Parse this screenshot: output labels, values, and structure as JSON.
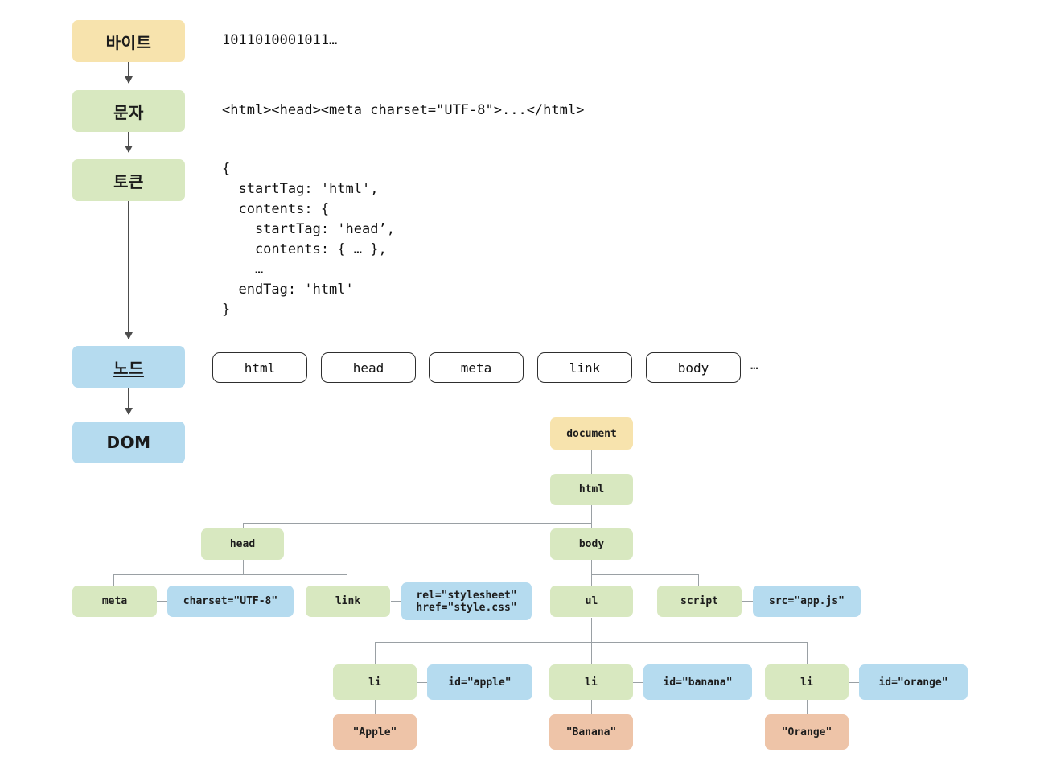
{
  "title": "HTML parsing pipeline: Bytes to DOM",
  "colors": {
    "bytes": "#f7e3ad",
    "element": "#d8e8c0",
    "node": "#b5dbef",
    "text": "#eec4a8",
    "edge": "#9aa0a4",
    "arrow": "#4d4d4d"
  },
  "pipeline": {
    "stages": [
      {
        "label": "바이트",
        "style": "yellow",
        "underline": false
      },
      {
        "label": "문자",
        "style": "green",
        "underline": false
      },
      {
        "label": "토큰",
        "style": "green",
        "underline": false
      },
      {
        "label": "노드",
        "style": "blue",
        "underline": true
      },
      {
        "label": "DOM",
        "style": "blue",
        "underline": false
      }
    ]
  },
  "samples": {
    "bytes": "1011010001011…",
    "characters": "<html><head><meta charset=\"UTF-8\">...</html>",
    "tokens": "{\n  startTag: 'html',\n  contents: {\n    startTag: 'head’,\n    contents: { … },\n    …\n  endTag: 'html'\n}"
  },
  "nodes": {
    "chips": [
      "html",
      "head",
      "meta",
      "link",
      "body"
    ],
    "ellipsis": "…"
  },
  "dom_tree": {
    "document": "document",
    "html": "html",
    "head": "head",
    "body": "body",
    "meta": "meta",
    "meta_attr": "charset=\"UTF-8\"",
    "link": "link",
    "link_attr": "rel=\"stylesheet\"\nhref=\"style.css\"",
    "ul": "ul",
    "script": "script",
    "script_attr": "src=\"app.js\"",
    "items": [
      {
        "tag": "li",
        "attr": "id=\"apple\"",
        "text": "\"Apple\""
      },
      {
        "tag": "li",
        "attr": "id=\"banana\"",
        "text": "\"Banana\""
      },
      {
        "tag": "li",
        "attr": "id=\"orange\"",
        "text": "\"Orange\""
      }
    ]
  }
}
